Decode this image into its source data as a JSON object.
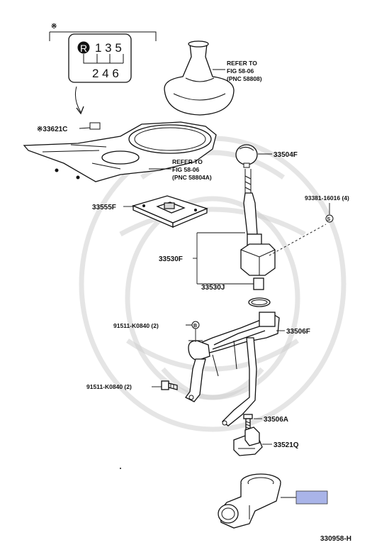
{
  "diagram": {
    "gear_pattern": {
      "reverse": "R",
      "top_row": "1 3 5",
      "bottom_row": "2 4 6",
      "note_mark": "※"
    },
    "labels": {
      "shift_lever_boot_ref": [
        "REFER TO",
        "FIG 58-06",
        "(PNC 58808)"
      ],
      "console_panel": "※33621C",
      "console_ref": [
        "REFER TO",
        "FIG 58-06",
        "(PNC 58804A)"
      ],
      "knob": "33504F",
      "clip_part": "93381-16016 (4)",
      "clip_marker": "S",
      "retainer": "33555F",
      "lever": "33530F",
      "lever_seat": "33530J",
      "bolt_upper": "91511-K0840 (2)",
      "bolt_upper_marker": "B",
      "shift_fork_lever": "33506F",
      "bolt_lower": "91511-K0840 (2)",
      "bolt_small": "33506A",
      "bracket": "33521Q",
      "figure_code": "330958-H"
    },
    "highlight_color": "#a9b4e8"
  }
}
